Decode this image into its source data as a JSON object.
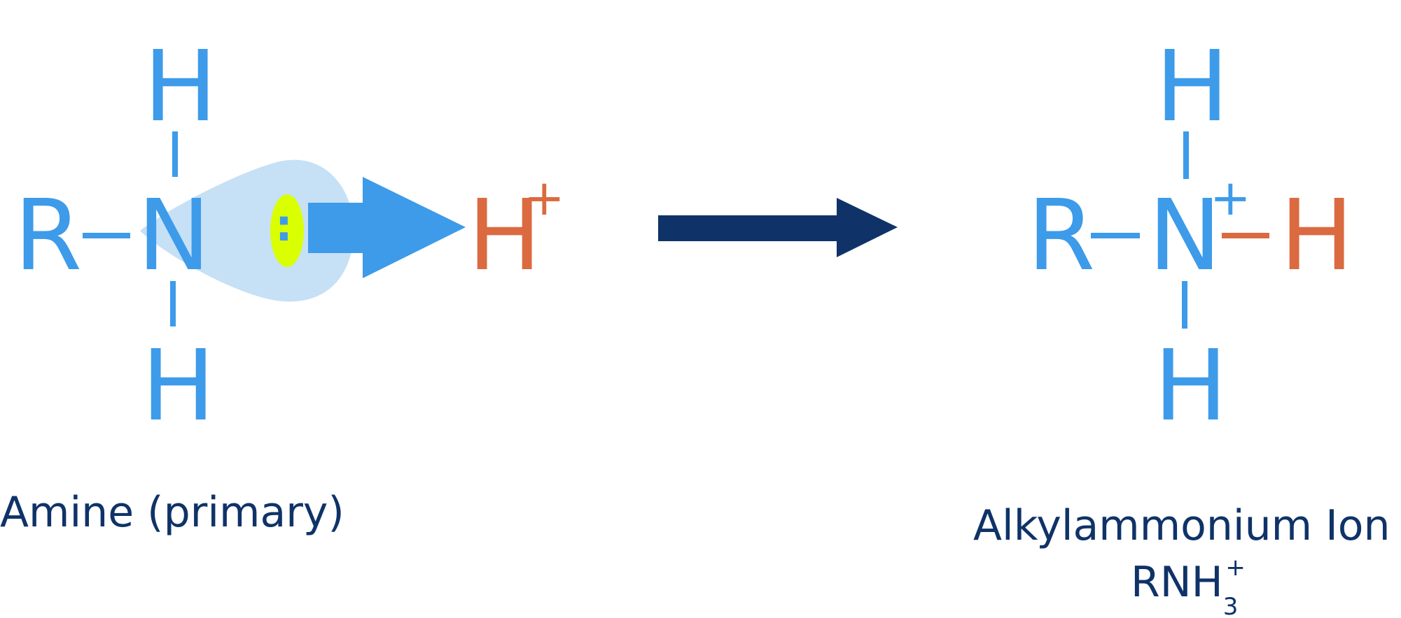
{
  "colors": {
    "atom": "#3d9be9",
    "proton": "#db6a40",
    "reaction_arrow": "#0f3368",
    "lone_pair_highlight": "#d9ff00",
    "orbital_cloud": "#c6e0f6",
    "label_text": "#0f3368"
  },
  "reactant": {
    "r_group": "R",
    "nitrogen": "N",
    "h_top": "H",
    "h_bottom": "H",
    "lone_pair": ":",
    "proton": "H",
    "proton_charge": "+",
    "label": "Amine (primary)"
  },
  "product": {
    "r_group": "R",
    "nitrogen": "N",
    "nitrogen_charge": "+",
    "h_top": "H",
    "h_bottom": "H",
    "h_right": "H",
    "name": "Alkylammonium Ion",
    "formula_main": "RNH",
    "formula_subscript": "3",
    "formula_charge": "+"
  }
}
